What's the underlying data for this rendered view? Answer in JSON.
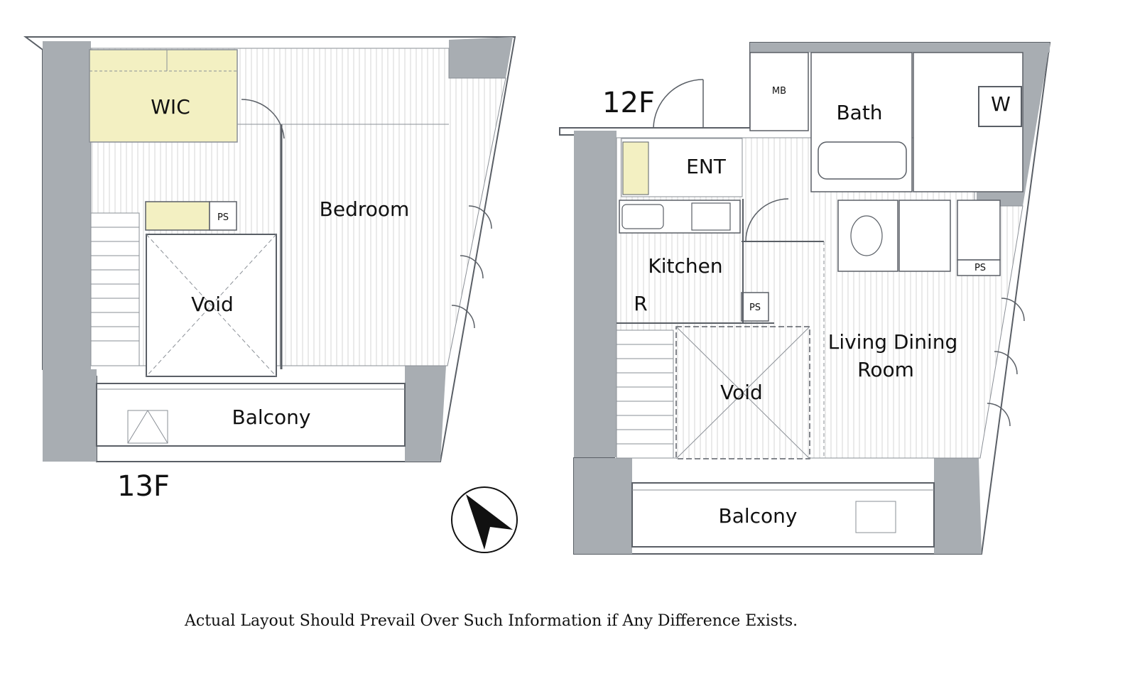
{
  "floors": {
    "upper": {
      "label": "13F",
      "rooms": {
        "wic": "WIC",
        "bedroom": "Bedroom",
        "void": "Void",
        "balcony": "Balcony"
      },
      "fixtures": {
        "ps": "PS"
      }
    },
    "lower": {
      "label": "12F",
      "rooms": {
        "ent": "ENT",
        "bath": "Bath",
        "w": "W",
        "kitchen": "Kitchen",
        "r": "R",
        "living_line1": "Living Dining",
        "living_line2": "Room",
        "void": "Void",
        "balcony": "Balcony"
      },
      "fixtures": {
        "mb": "MB",
        "ps1": "PS",
        "ps2": "PS"
      }
    }
  },
  "compass": {
    "icon": "north-arrow-icon"
  },
  "disclaimer": "Actual Layout Should Prevail Over Such Information if Any Difference Exists.",
  "colors": {
    "wall": "#a8adb2",
    "wic": "#f3f0c2",
    "line": "#5a5f66",
    "stripe": "#dcdcdc"
  }
}
